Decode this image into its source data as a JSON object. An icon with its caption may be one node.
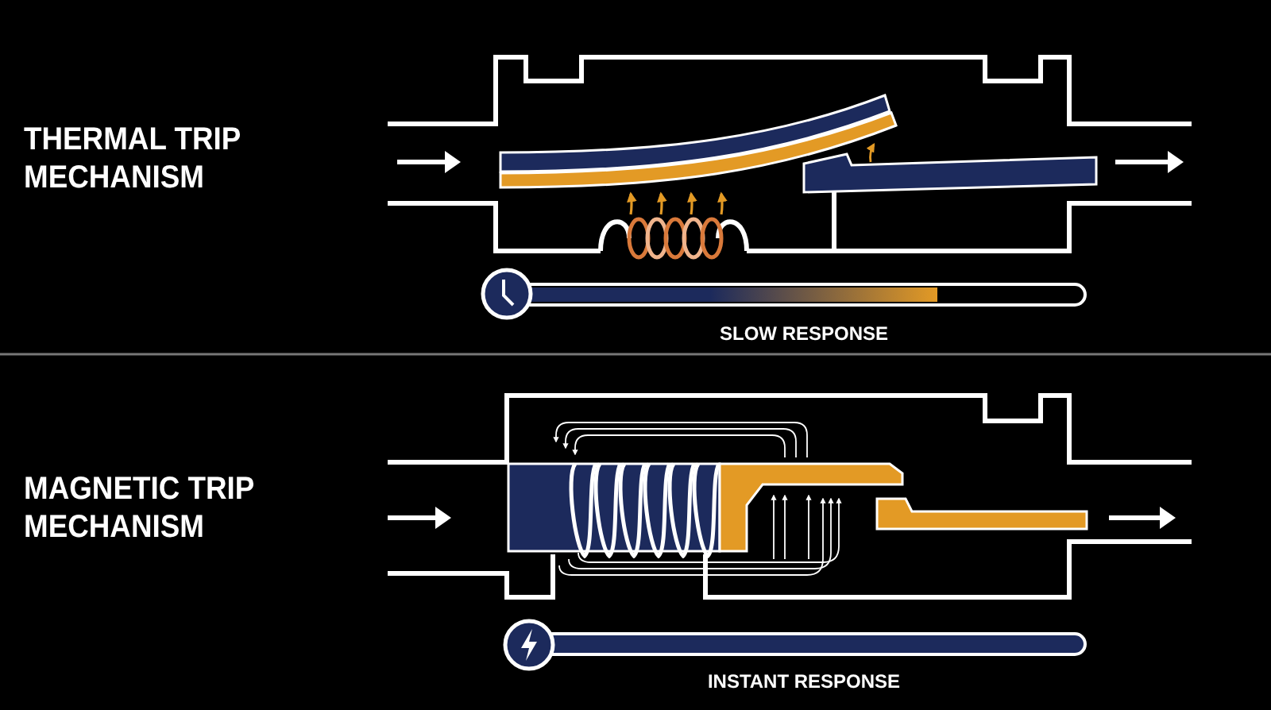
{
  "diagram": {
    "labels": [
      "THERMAL TRIP MECHANISM",
      "SLOW RESPONSE",
      "MAGNETIC TRIP MECHANISM",
      "INSTANT RESPONSE"
    ]
  }
}
